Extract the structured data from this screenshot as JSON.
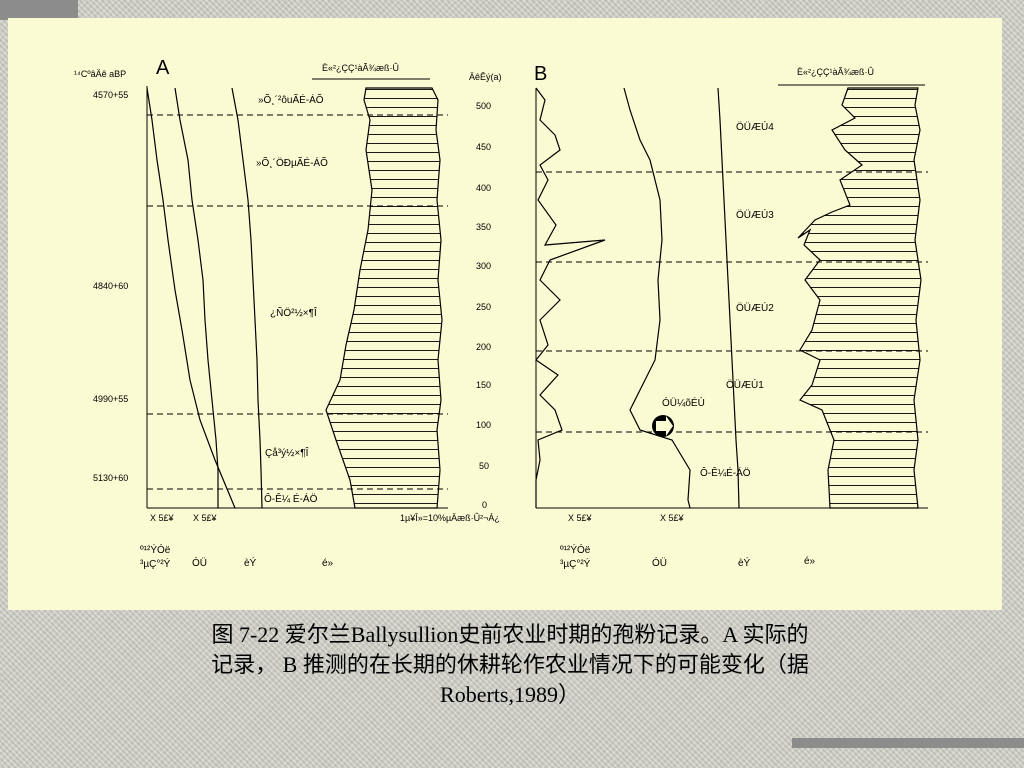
{
  "panel_a": {
    "label": "A",
    "header": "È«²¿ÇÇ¹àÃ¾æß·Û",
    "age_header": "¹⁴CºâÄê aBP",
    "ages": [
      "4570+55",
      "4840+60",
      "4990+55",
      "5130+60"
    ],
    "zones": [
      "»Õ¸´²ôuÃÉ-ÁÕ",
      "»Õ¸´ÖÐµÃÉ-ÁÕ",
      "¿ÑÖ²½×¶Î",
      "Çå³ý½×¶Î",
      "Ô-Ê¼ É-ÁÖ"
    ],
    "scale_labels": [
      "X 5£¥",
      "X 5£¥"
    ],
    "col_labels": [
      "º¹²ÝÓë\n³µÇ°²Ý",
      "ÓÜ",
      "èÝ",
      "é»"
    ]
  },
  "time_axis": {
    "title": "ÄêÊý(a)",
    "ticks": [
      "500",
      "450",
      "400",
      "350",
      "300",
      "250",
      "200",
      "150",
      "100",
      "50",
      "0"
    ],
    "scale_note": "1µ¥Î»=10%µÄæß·Û²¬Á¿"
  },
  "panel_b": {
    "label": "B",
    "header": "È«²¿ÇÇ¹àÃ¾æß·Û",
    "phases": [
      "ÖÜÆÚ4",
      "ÖÜÆÚ3",
      "ÖÜÆÚ2",
      "ÖÜÆÚ1"
    ],
    "elm_decline": "ÓÜ¼õÉÙ",
    "primeval": "Ô-Ê¼É-ÁÖ",
    "scale_labels": [
      "X 5£¥",
      "X 5£¥"
    ],
    "col_labels": [
      "º¹²ÝÓë\n³µÇ°²Ý",
      "ÓÜ",
      "èÝ",
      "é»"
    ]
  },
  "caption": {
    "line1": "图 7-22  爱尔兰Ballysullion史前农业时期的孢粉记录。A 实际的",
    "line2": "记录， B 推测的在长期的休耕轮作农业情况下的可能变化（据",
    "line3": "Roberts,1989）"
  }
}
